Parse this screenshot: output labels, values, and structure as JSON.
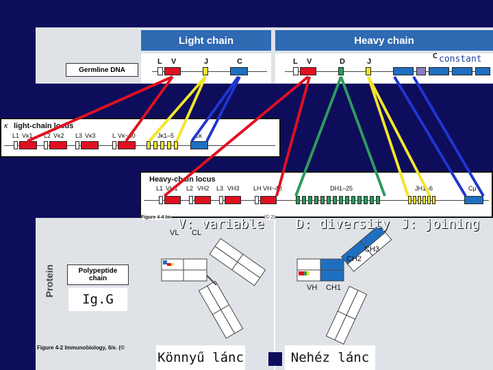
{
  "top_panel": {
    "light_chain_header": "Light chain",
    "heavy_chain_header": "Heavy chain",
    "germline_label": "Germline DNA",
    "constant_label": "constant",
    "c_label": "C",
    "light_segments": [
      "L",
      "V",
      "J",
      "C"
    ],
    "heavy_segments": [
      "L",
      "V",
      "D",
      "J"
    ]
  },
  "kappa_locus": {
    "title": "light-chain locus",
    "prefix": "κ",
    "labels": [
      "L1",
      "Vκ1",
      "L2",
      "Vκ2",
      "L3",
      "Vκ3",
      "L",
      "Vκ~40",
      "Jκ1–5",
      "Cκ"
    ]
  },
  "heavy_locus": {
    "title": "Heavy-chain locus",
    "labels": [
      "L1",
      "VH1",
      "L2",
      "VH2",
      "L3",
      "VH3",
      "LH",
      "VH~40",
      "DH1–25",
      "JH1–6",
      "Cμ"
    ],
    "figure_tag": "Figure 4-4 Im",
    "figure_tag_right": "(© 2)"
  },
  "annotations": {
    "variable": "V: variable",
    "diversity": "D: diversity",
    "joining": "J: joining"
  },
  "bottom_panel": {
    "side_label": "Protein",
    "polypeptide": "Polypeptide chain",
    "light_labels": [
      "VL",
      "CL"
    ],
    "heavy_labels": [
      "CH3",
      "CH2",
      "VH",
      "CH1"
    ],
    "figure_caption": "Figure 4-2 Immunobiology, 6/e. (©"
  },
  "labels": {
    "igg": "Ig.G",
    "light_chain": "Könnyű lánc",
    "heavy_chain": "Nehéz lánc"
  },
  "colors": {
    "background": "#0d0d5c",
    "v_segment": "#e01020",
    "j_segment": "#f2e52a",
    "d_segment": "#2e9a5e",
    "c_segment": "#1f6fc0",
    "constant_violet": "#8e7cc3",
    "header_blue": "#2f6ab3"
  }
}
